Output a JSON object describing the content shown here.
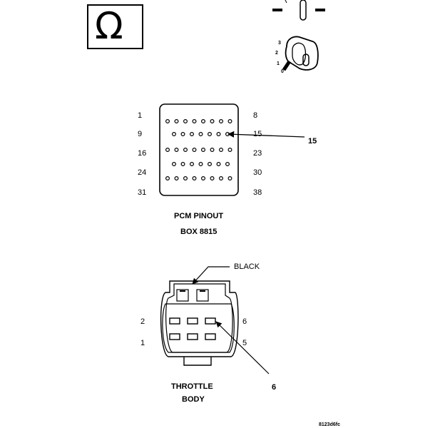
{
  "ohm_symbol": "Ω",
  "ignition_switch": {
    "positions": [
      "3",
      "2",
      "1",
      "0"
    ]
  },
  "pcm_connector": {
    "left_pins": [
      "1",
      "9",
      "16",
      "24",
      "31"
    ],
    "right_pins": [
      "8",
      "15",
      "23",
      "30",
      "38"
    ],
    "pointer_label": "15",
    "caption_line1": "PCM PINOUT",
    "caption_line2": "BOX 8815",
    "pin_rows": [
      8,
      7,
      8,
      7,
      8
    ]
  },
  "throttle_connector": {
    "color_label": "BLACK",
    "pins_left": [
      "2",
      "1"
    ],
    "pins_right": [
      "6",
      "5"
    ],
    "pointer_label": "6",
    "caption_line1": "THROTTLE",
    "caption_line2": "BODY"
  },
  "figure_id": "8123d6fc"
}
